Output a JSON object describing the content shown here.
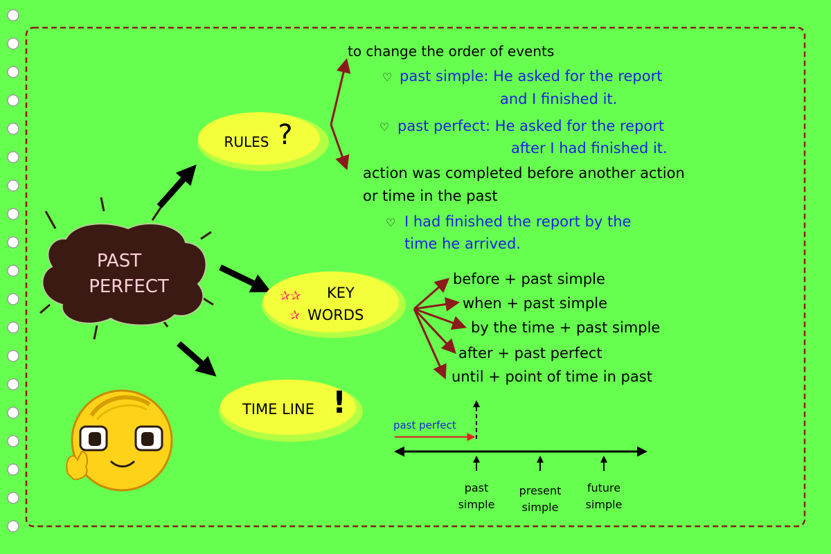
{
  "center": {
    "line1": "PAST",
    "line2": "PERFECT"
  },
  "rules": {
    "label": "RULES",
    "mark": "?",
    "rule1": "to change the order of events",
    "ex1_line1": "past simple: He asked for the report",
    "ex1_line2": "and I finished it.",
    "ex2_line1": "past perfect: He asked for the report",
    "ex2_line2": "after I had finished it.",
    "rule2_line1": "action was completed before another action",
    "rule2_line2": "or time in the past",
    "ex3_line1": "I had finished the report by the",
    "ex3_line2": "time he arrived."
  },
  "keywords": {
    "line1": "KEY",
    "line2": "WORDS",
    "items": [
      "before + past simple",
      "when + past simple",
      "by the time + past simple",
      "after + past perfect",
      "until + point of time in past"
    ]
  },
  "timeline": {
    "label": "TIME LINE",
    "mark": "!",
    "past_perfect": "past perfect",
    "past_simple_1": "past",
    "past_simple_2": "simple",
    "present_1": "present",
    "present_2": "simple",
    "future_1": "future",
    "future_2": "simple"
  },
  "colors": {
    "background": "#66ff4f",
    "border": "#8b1a1a",
    "bubble": "#f2ff3a",
    "blob": "#3a1a12",
    "center_text": "#ffd0d8",
    "example_text": "#1a22e0",
    "branch_arrow": "#8b1a1a",
    "pp_arrow": "#e02020"
  }
}
